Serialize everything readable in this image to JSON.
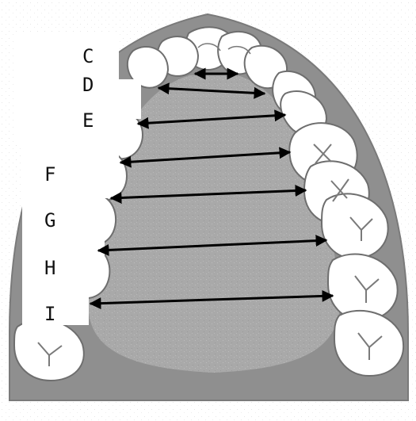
{
  "diagram": {
    "labels": [
      "C",
      "D",
      "E",
      "F",
      "G",
      "H",
      "I"
    ],
    "colors": {
      "background": "#ffffff",
      "gum": "#8f8f8f",
      "palate": "#a9a9a9",
      "tooth_fill": "#ffffff",
      "tooth_outline": "#6e6e6e",
      "arrow": "#000000"
    }
  }
}
